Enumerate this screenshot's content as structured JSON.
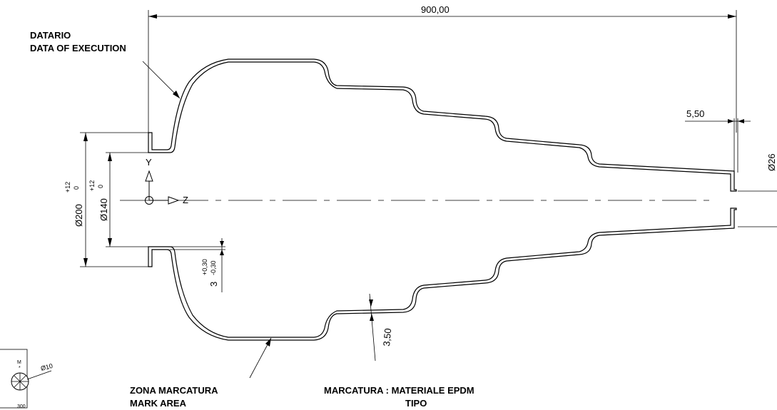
{
  "labels": {
    "datario": "DATARIO",
    "data_of_execution": "DATA OF EXECUTION",
    "zona_marcatura": "ZONA MARCATURA",
    "mark_area": "MARK AREA",
    "marcatura": "MARCATURA : MATERIALE EPDM",
    "tipo": "TIPO"
  },
  "dimensions": {
    "overall_length": "900,00",
    "thickness_right": "5,50",
    "diameter_right": "Ø26",
    "diameter_200": "Ø200",
    "tol_200_upper": "+12",
    "tol_200_lower": "0",
    "diameter_140": "Ø140",
    "tol_140_upper": "+12",
    "tol_140_lower": "0",
    "flange_thickness": "3",
    "flange_tol_upper": "+0,30",
    "flange_tol_lower": "-0,30",
    "wall_thickness": "3,50",
    "hole_diameter": "Ø10"
  },
  "axes": {
    "y_label": "Y",
    "z_label": "Z"
  },
  "detail": {
    "letter": "M",
    "value": "300"
  }
}
